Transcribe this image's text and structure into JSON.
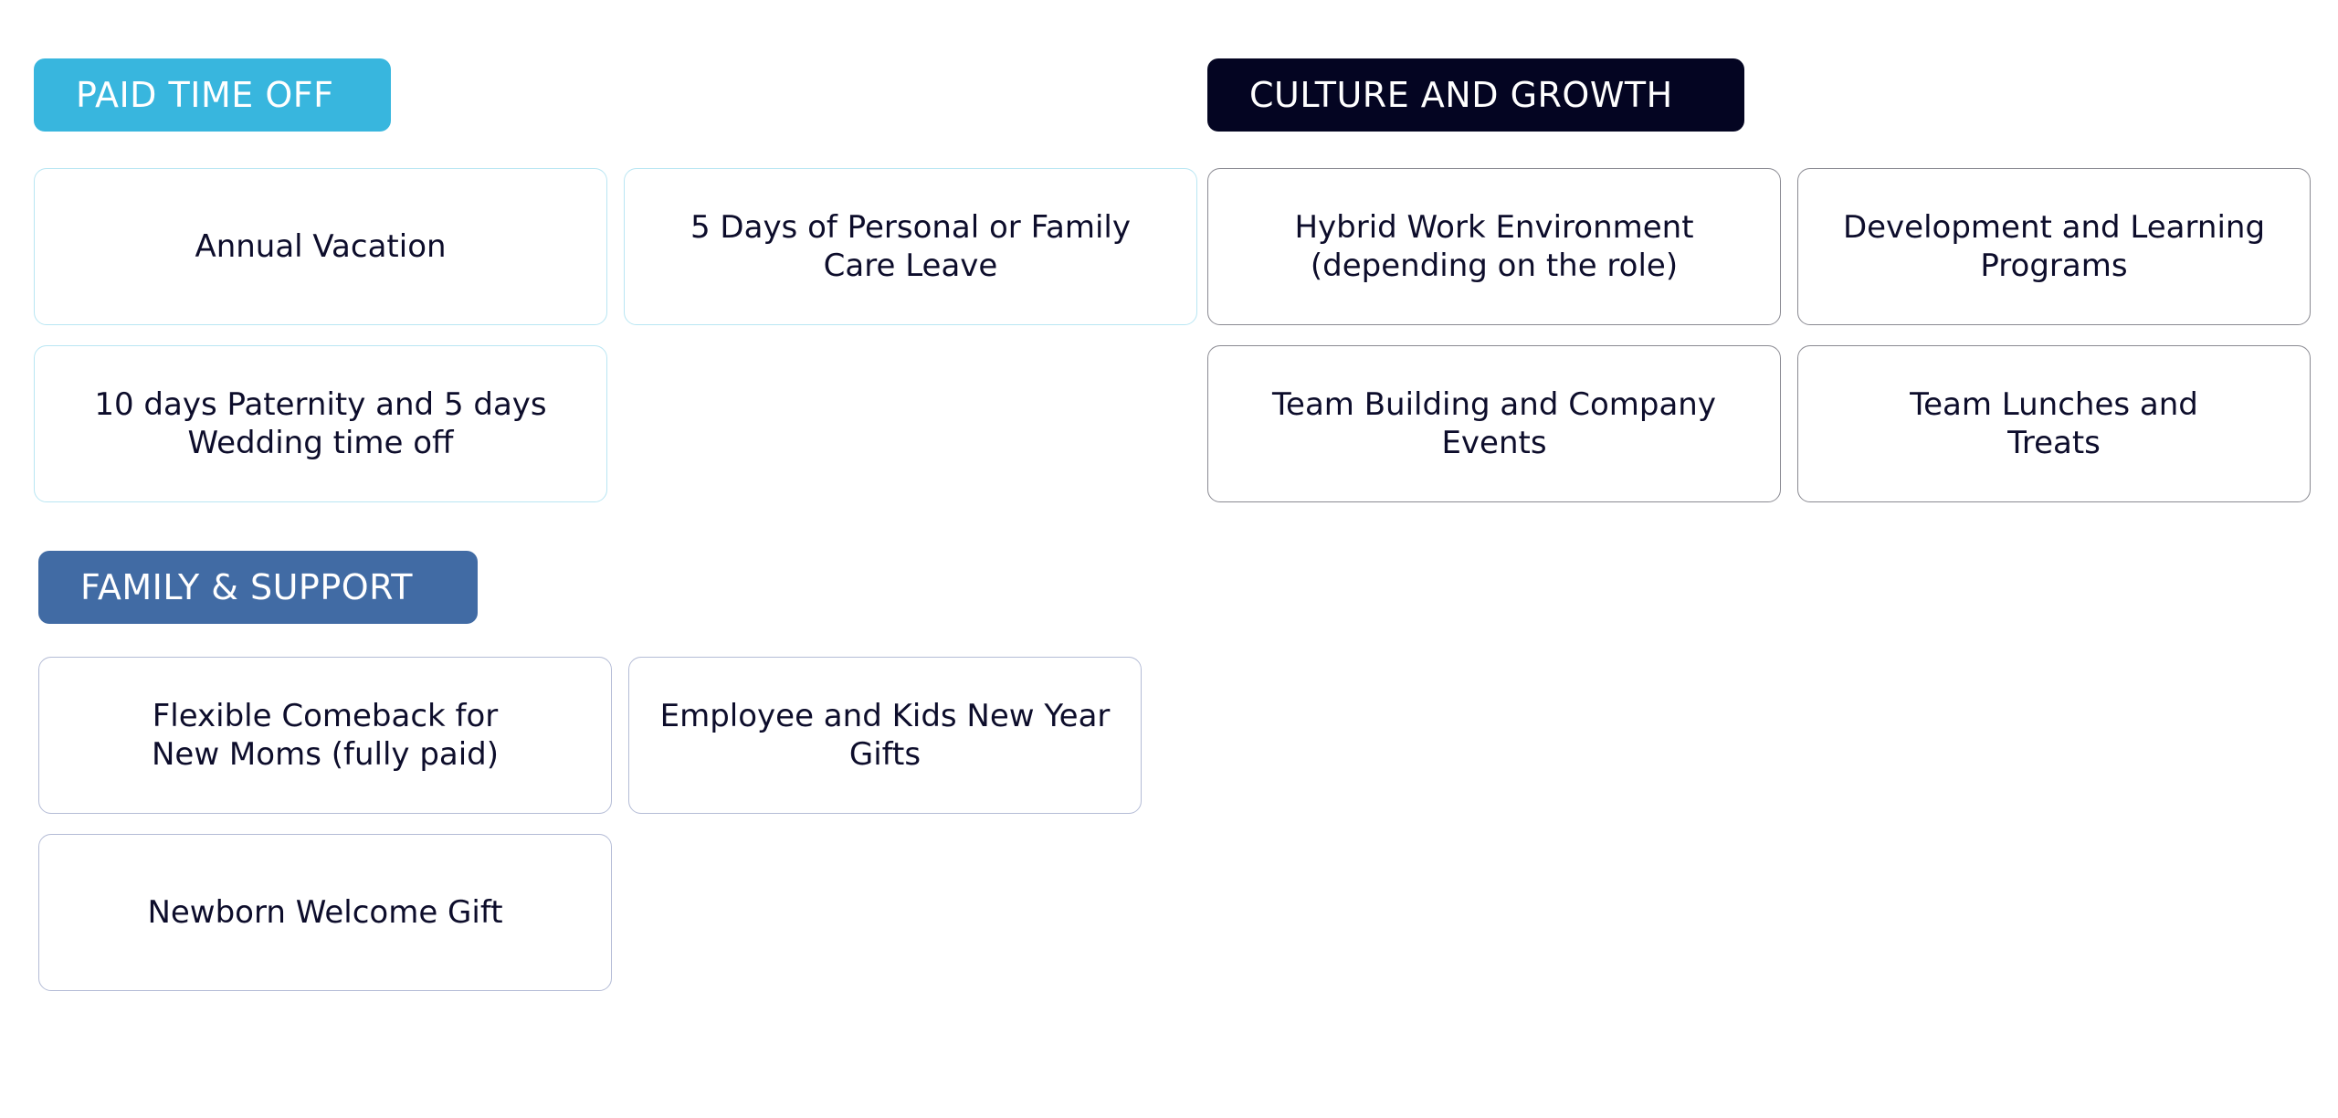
{
  "sections": {
    "paid_time_off": {
      "title": "PAID TIME OFF",
      "color": "#38b6de",
      "items": [
        "Annual Vacation",
        "5 Days of Personal or Family\nCare Leave",
        "10 days Paternity and 5 days\nWedding time off"
      ]
    },
    "culture_and_growth": {
      "title": "CULTURE AND GROWTH",
      "color": "#040522",
      "items": [
        "Hybrid Work Environment\n(depending on the role)",
        "Development and Learning\nPrograms",
        "Team Building and Company\nEvents",
        "Team Lunches and\nTreats"
      ]
    },
    "family_and_support": {
      "title": "FAMILY & SUPPORT",
      "color": "#416ba4",
      "items": [
        "Flexible Comeback for\nNew Moms (fully paid)",
        "Employee and Kids New Year\nGifts",
        "Newborn Welcome Gift"
      ]
    }
  }
}
